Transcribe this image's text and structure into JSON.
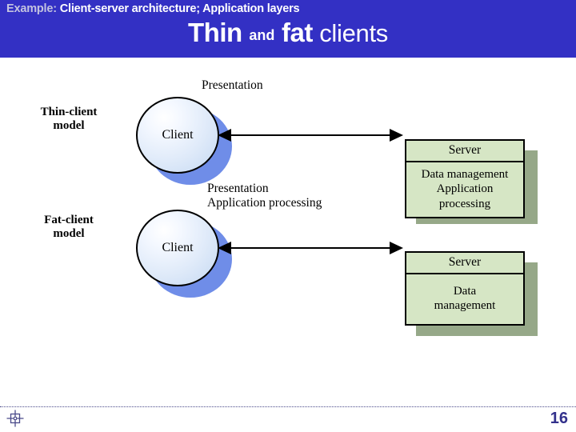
{
  "header": {
    "eyebrow_lead": "Example:",
    "eyebrow_rest": "Client-server architecture; Application layers",
    "title_part1": "Thin",
    "title_part2": "and",
    "title_part3": "fat",
    "title_part4": "clients",
    "background_color": "#3330c4",
    "eyebrow_lead_color": "#c3c3e0",
    "text_color": "#ffffff"
  },
  "diagram": {
    "rows": [
      {
        "model_label_line1": "Thin-client",
        "model_label_line2": "model",
        "client_label": "Client",
        "layer_caption_line1": "Presentation",
        "layer_caption_line2": "",
        "server_header": "Server",
        "server_body_line1": "Data management",
        "server_body_line2": "Application",
        "server_body_line3": "processing"
      },
      {
        "model_label_line1": "Fat-client",
        "model_label_line2": "model",
        "client_label": "Client",
        "layer_caption_line1": "Presentation",
        "layer_caption_line2": "Application processing",
        "server_header": "Server",
        "server_body_line1": "Data",
        "server_body_line2": "management",
        "server_body_line3": ""
      }
    ],
    "colors": {
      "client_fill": "#dfeaf9",
      "client_shadow": "#6f8de8",
      "server_fill": "#d6e6c5",
      "server_shadow": "#96a888",
      "stroke": "#000000"
    }
  },
  "footer": {
    "page_number": "16",
    "registration_mark_name": "registration-mark",
    "page_number_color": "#33318c",
    "rule_color": "#4a4a8a"
  }
}
